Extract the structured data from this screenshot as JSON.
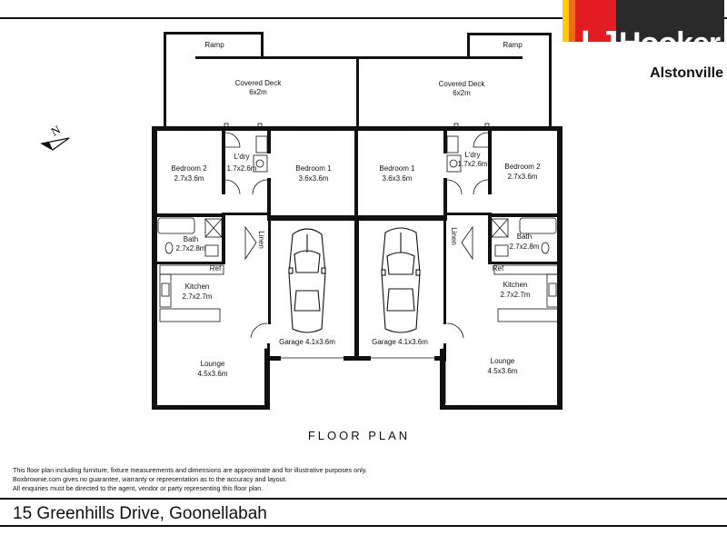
{
  "brand": {
    "mark": "LJ",
    "name": "Hooker",
    "office": "Alstonville",
    "colors": {
      "yellow": "#ffcc00",
      "orange": "#f06a1e",
      "red": "#e31b23",
      "dark": "#2a2a2a"
    }
  },
  "compass": {
    "label": "N"
  },
  "rooms": {
    "ramp_left": "Ramp",
    "ramp_right": "Ramp",
    "deck_left": "Covered Deck",
    "deck_left_dim": "6x2m",
    "deck_right": "Covered Deck",
    "deck_right_dim": "6x2m",
    "bed2_left": "Bedroom 2",
    "bed2_left_dim": "2.7x3.6m",
    "ldry_left": "L'dry",
    "ldry_left_dim": "1.7x2.6m",
    "bed1_left": "Bedroom 1",
    "bed1_left_dim": "3.6x3.6m",
    "bed1_right": "Bedroom 1",
    "bed1_right_dim": "3.6x3.6m",
    "ldry_right": "L'dry",
    "ldry_right_dim": "1.7x2.6m",
    "bed2_right": "Bedroom 2",
    "bed2_right_dim": "2.7x3.6m",
    "bath_left": "Bath",
    "bath_left_dim": "2.7x2.8m",
    "bath_right": "Bath",
    "bath_right_dim": "2.7x2.8m",
    "linen_left": "Linen",
    "linen_right": "Linen",
    "ref_left": "Ref",
    "ref_right": "Ref",
    "kitchen_left": "Kitchen",
    "kitchen_left_dim": "2.7x2.7m",
    "kitchen_right": "Kitchen",
    "kitchen_right_dim": "2.7x2.7m",
    "garage_left": "Garage 4.1x3.6m",
    "garage_right": "Garage 4.1x3.6m",
    "lounge_left": "Lounge",
    "lounge_left_dim": "4.5x3.6m",
    "lounge_right": "Lounge",
    "lounge_right_dim": "4.5x3.6m"
  },
  "plan_title": "FLOOR PLAN",
  "disclaimer": [
    "This floor plan including furniture, fixture measurements and dimensions are approximate and for illustrative purposes only.",
    "Boxbrownie.com gives no guarantee, warranty or representation as to the accuracy and layout.",
    "All enquiries must be directed to the agent, vendor or party representing this floor plan."
  ],
  "address": "15 Greenhills Drive, Goonellabah"
}
